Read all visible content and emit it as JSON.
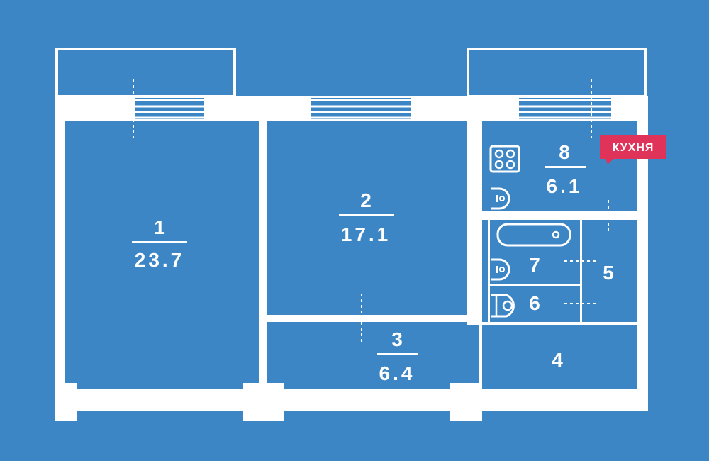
{
  "colors": {
    "background": "#3d86c6",
    "walls": "#ffffff",
    "tag": "#e0335a"
  },
  "rooms": [
    {
      "number": "1",
      "area": "23.7"
    },
    {
      "number": "2",
      "area": "17.1"
    },
    {
      "number": "3",
      "area": "6.4"
    },
    {
      "number": "4",
      "area": ""
    },
    {
      "number": "5",
      "area": ""
    },
    {
      "number": "6",
      "area": ""
    },
    {
      "number": "7",
      "area": ""
    },
    {
      "number": "8",
      "area": "6.1"
    }
  ],
  "kitchen_tag": "КУХНЯ",
  "icons": [
    "stove-icon",
    "sink-icon",
    "bathtub-icon",
    "toilet-icon"
  ]
}
